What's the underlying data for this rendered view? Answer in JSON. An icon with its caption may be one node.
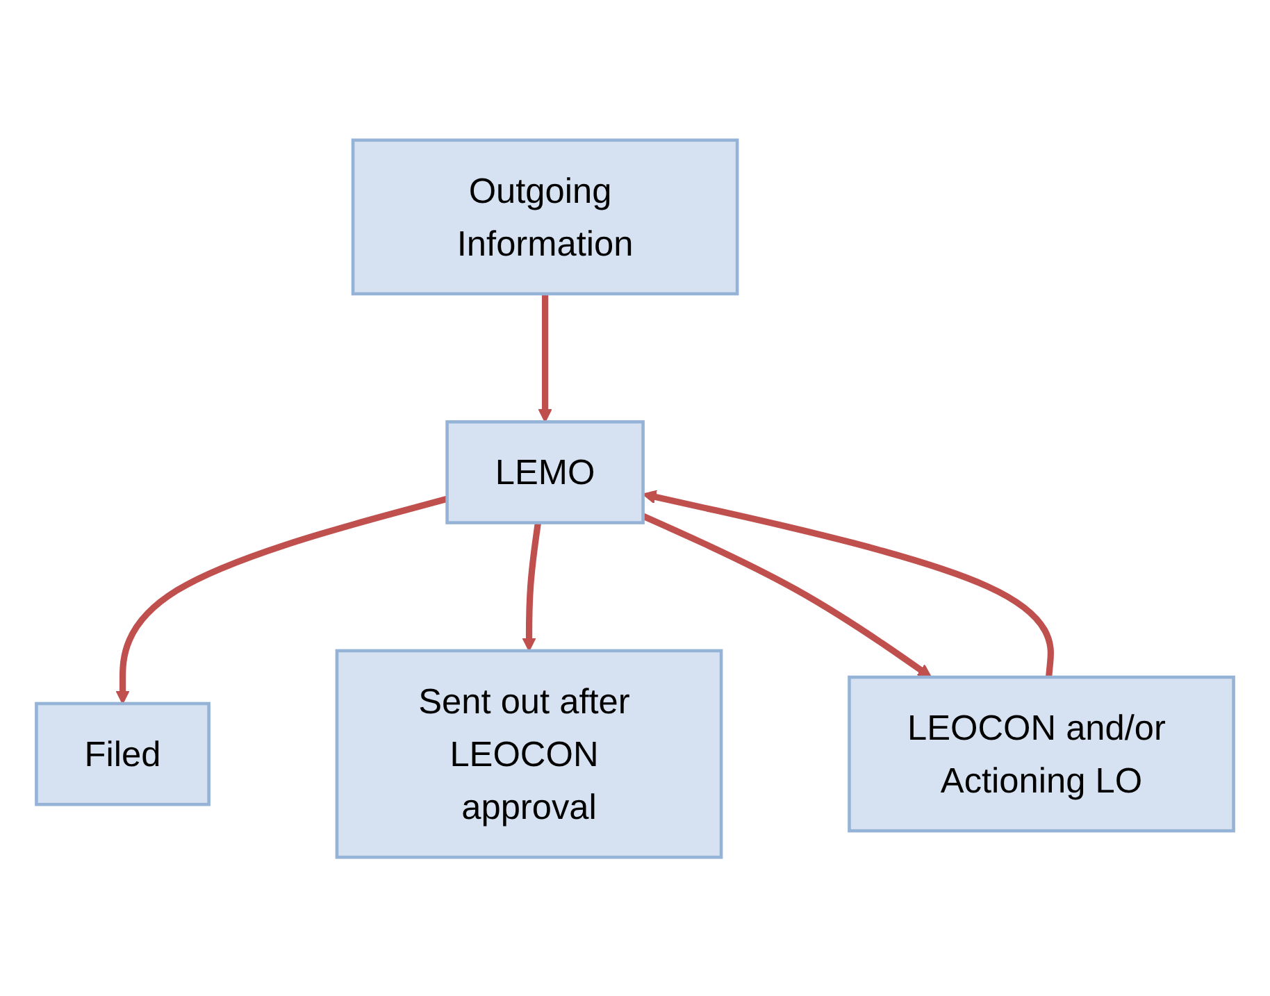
{
  "diagram": {
    "nodes": [
      {
        "text": [
          "Outgoing Information"
        ]
      },
      {
        "text": [
          "Filed"
        ]
      },
      {
        "text": [
          "LEMO"
        ]
      },
      {
        "text": [
          "Sent out after LEOCON approval"
        ]
      },
      {
        "text": [
          "LEOCON and/or Actioning LO"
        ]
      }
    ],
    "edges": [
      {
        "from": 0,
        "to": 2,
        "arrow": "to"
      },
      {
        "from": 2,
        "to": 1,
        "arrow": "to"
      },
      {
        "from": 2,
        "to": 3,
        "arrow": "to"
      },
      {
        "from": 2,
        "to": 4,
        "arrow": "to"
      },
      {
        "from": 4,
        "to": 2,
        "arrow": "to"
      }
    ]
  }
}
